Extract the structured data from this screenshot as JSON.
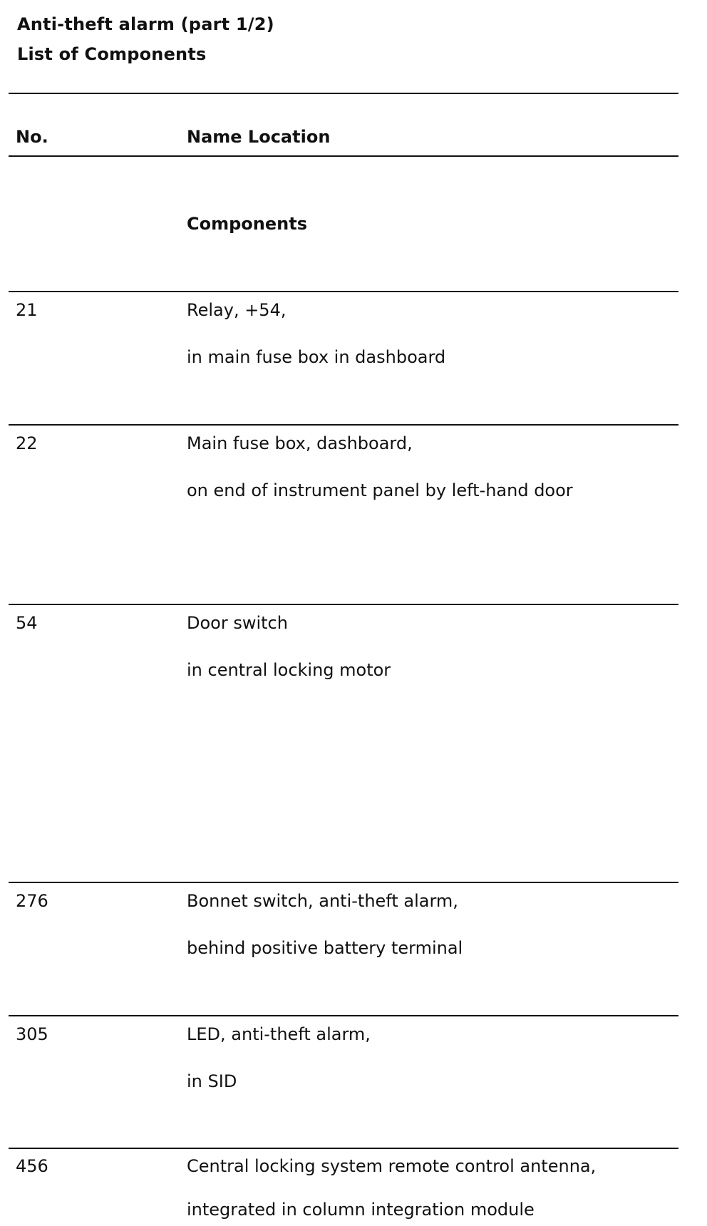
{
  "title": "Anti-theft alarm (part 1/2)",
  "subtitle": "List of Components",
  "table": {
    "headers": {
      "no": "No.",
      "name_location": "Name Location"
    },
    "section_label": "Components",
    "rows": [
      {
        "no": "21",
        "name": "Relay, +54,",
        "location": "in main fuse box in dashboard"
      },
      {
        "no": "22",
        "name": "Main fuse box, dashboard,",
        "location": "on end of instrument panel by left-hand door"
      },
      {
        "no": "54",
        "name": "Door switch",
        "location": "in central locking motor"
      },
      {
        "no": "276",
        "name": "Bonnet switch, anti-theft alarm,",
        "location": "behind positive battery terminal"
      },
      {
        "no": "305",
        "name": "LED, anti-theft alarm,",
        "location": "in SID"
      },
      {
        "no": "456",
        "name": "Central locking system remote control antenna,",
        "location": "integrated in column integration module"
      }
    ]
  }
}
